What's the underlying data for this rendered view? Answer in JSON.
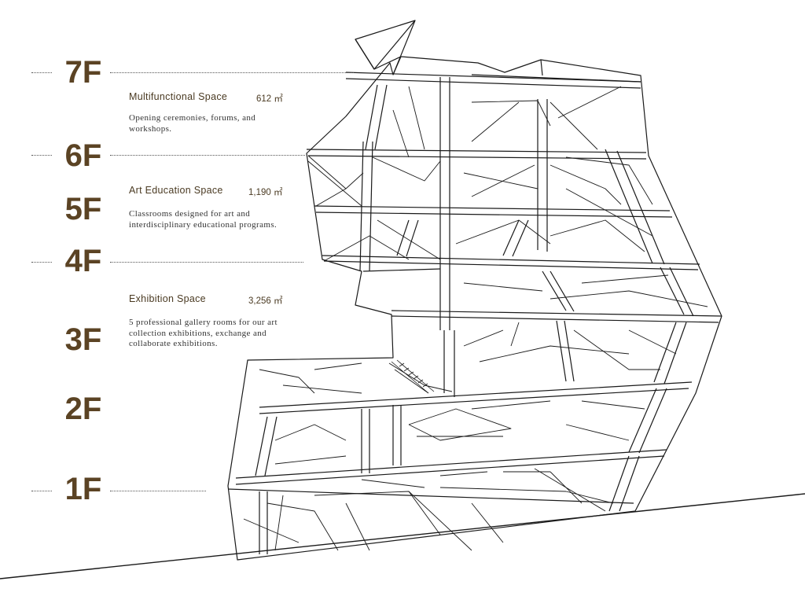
{
  "floors": [
    "7F",
    "6F",
    "5F",
    "4F",
    "3F",
    "2F",
    "1F"
  ],
  "sections": [
    {
      "title": "Multifunctional Space",
      "area": "612 ㎡",
      "description": "Opening ceremonies, forums, and workshops."
    },
    {
      "title": "Art Education Space",
      "area": "1,190 ㎡",
      "description": "Classrooms designed for art and interdisciplinary educational programs."
    },
    {
      "title": "Exhibition Space",
      "area": "3,256 ㎡",
      "description": "5 professional gallery rooms for our art collection exhibitions, exchange and collaborate exhibitions."
    }
  ],
  "colors": {
    "floor_label": "#5b4324",
    "section_title": "#4a3a22",
    "line": "#1a1a1a"
  }
}
